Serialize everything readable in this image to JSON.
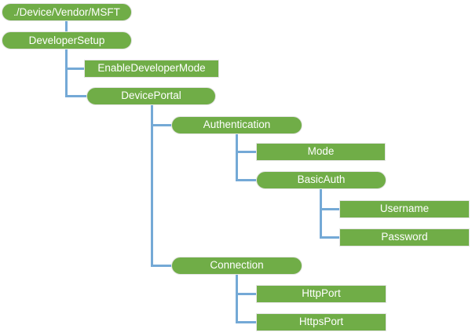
{
  "diagram": {
    "type": "hierarchy-tree",
    "description": "Configuration Service Provider node tree",
    "colors": {
      "node_fill": "#70AD47",
      "node_border": "#E4E4E4",
      "node_text": "#FFFFFF",
      "connector": "#74A9D6",
      "background": "#FFFFFF"
    },
    "nodes": [
      {
        "id": "msft",
        "label": "./Device/Vendor/MSFT",
        "shape": "rounded",
        "parent": null
      },
      {
        "id": "devsetup",
        "label": "DeveloperSetup",
        "shape": "rounded",
        "parent": "msft"
      },
      {
        "id": "enabledev",
        "label": "EnableDeveloperMode",
        "shape": "rect",
        "parent": "devsetup"
      },
      {
        "id": "devportal",
        "label": "DevicePortal",
        "shape": "rounded",
        "parent": "devsetup"
      },
      {
        "id": "auth",
        "label": "Authentication",
        "shape": "rounded",
        "parent": "devportal"
      },
      {
        "id": "mode",
        "label": "Mode",
        "shape": "rect",
        "parent": "auth"
      },
      {
        "id": "basicauth",
        "label": "BasicAuth",
        "shape": "rounded",
        "parent": "auth"
      },
      {
        "id": "username",
        "label": "Username",
        "shape": "rect",
        "parent": "basicauth"
      },
      {
        "id": "password",
        "label": "Password",
        "shape": "rect",
        "parent": "basicauth"
      },
      {
        "id": "connection",
        "label": "Connection",
        "shape": "rounded",
        "parent": "devportal"
      },
      {
        "id": "httpport",
        "label": "HttpPort",
        "shape": "rect",
        "parent": "connection"
      },
      {
        "id": "httpsport",
        "label": "HttpsPort",
        "shape": "rect",
        "parent": "connection"
      }
    ]
  }
}
